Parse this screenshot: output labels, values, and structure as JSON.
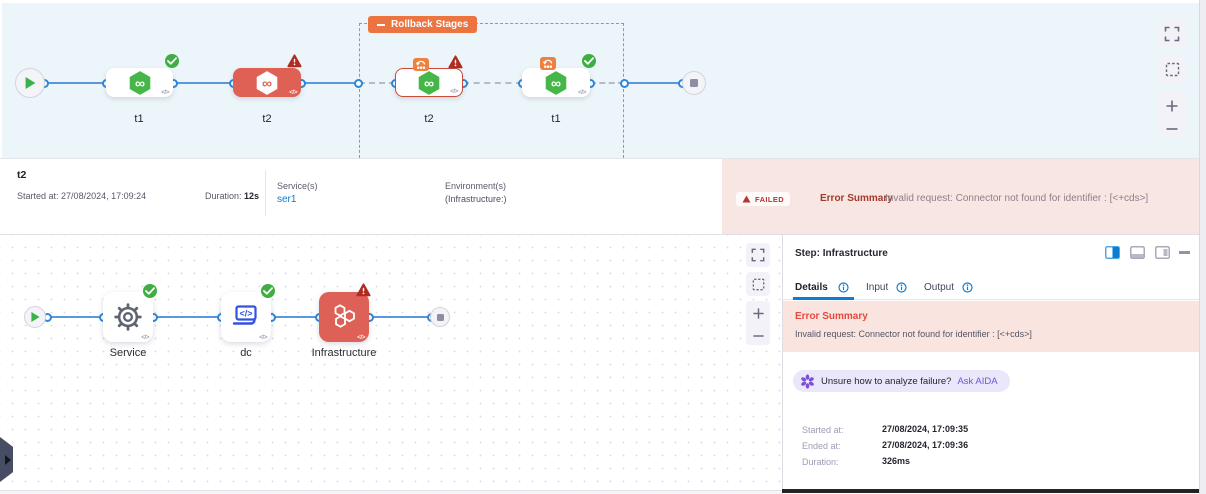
{
  "colors": {
    "accent_blue": "#0b7dd2",
    "failed_red": "#df6054",
    "success_green": "#3fae43",
    "rollback_orange": "#ec7440",
    "aida_purple": "#6e56d6",
    "pink_bg": "#f8e6e2"
  },
  "icons": {
    "code_glyph": "</>",
    "infinity_glyph": "∞"
  },
  "pipeline": {
    "rollback_label": "Rollback Stages",
    "stages": [
      {
        "label": "t1",
        "status": "success",
        "icon": "cd-stage-icon"
      },
      {
        "label": "t2",
        "status": "failed",
        "icon": "cd-stage-icon"
      },
      {
        "label": "t2",
        "status": "failed",
        "icon": "cd-stage-icon",
        "rollback": true
      },
      {
        "label": "t1",
        "status": "success",
        "icon": "cd-stage-icon",
        "rollback": true
      }
    ]
  },
  "details_bar": {
    "stage_title": "t2",
    "started_label": "Started at:",
    "started_value": "27/08/2024, 17:09:24",
    "duration_label": "Duration:",
    "duration_value": "12s",
    "services_label": "Service(s)",
    "service_name": "ser1",
    "environments_label": "Environment(s)",
    "environment_value": "(Infrastructure:)",
    "failed_badge": "FAILED",
    "error_summary_label": "Error Summary",
    "error_message": "Invalid request: Connector not found for identifier : [<+cds>]"
  },
  "step_canvas": {
    "steps": [
      {
        "label": "Service",
        "status": "success",
        "icon": "gear-icon"
      },
      {
        "label": "dc",
        "status": "success",
        "icon": "code-laptop-icon"
      },
      {
        "label": "Infrastructure",
        "status": "failed",
        "icon": "hexagons-icon"
      }
    ]
  },
  "panel": {
    "title": "Step: Infrastructure",
    "tabs": [
      {
        "label": "Details"
      },
      {
        "label": "Input"
      },
      {
        "label": "Output"
      }
    ],
    "error_summary_title": "Error Summary",
    "error_message": "Invalid request: Connector not found for identifier : [<+cds>]",
    "aida_text": "Unsure how to analyze failure?",
    "aida_link": "Ask AIDA",
    "fields": [
      {
        "label": "Started at:",
        "value": "27/08/2024, 17:09:35"
      },
      {
        "label": "Ended at:",
        "value": "27/08/2024, 17:09:36"
      },
      {
        "label": "Duration:",
        "value": "326ms"
      }
    ]
  }
}
